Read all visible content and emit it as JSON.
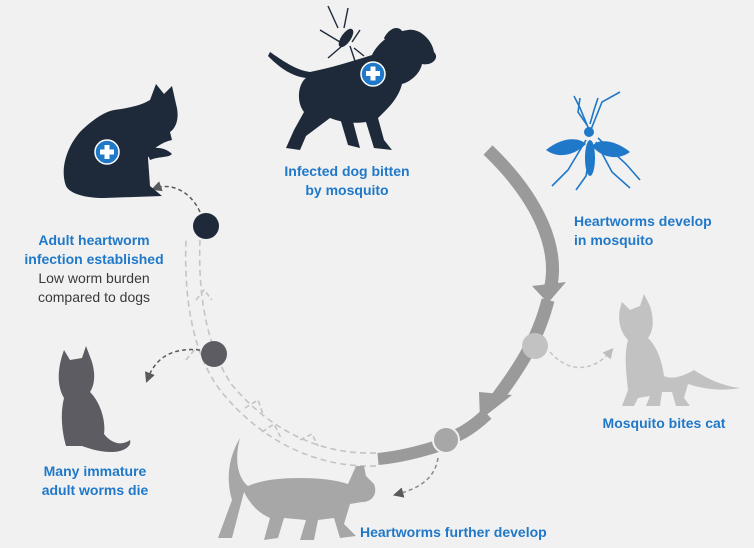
{
  "colors": {
    "background": "#f1f1f1",
    "navy": "#1e2a3a",
    "blue": "#1f78c8",
    "cycle_gray": "#9a9a9a",
    "light_gray": "#c2c2c2",
    "mid_gray": "#a7a7a7",
    "dark_gray": "#5c5c62"
  },
  "icons": {
    "dog": "infected-dog-icon",
    "cat_infected": "infected-cat-icon",
    "mosquito": "mosquito-icon",
    "medical_cross": "medical-cross-icon"
  },
  "labels": {
    "infected_dog": {
      "line1": "Infected dog bitten",
      "line2": "by mosquito"
    },
    "heartworms_mosquito": {
      "line1": "Heartworms develop",
      "line2": "in mosquito"
    },
    "mosquito_bites_cat": {
      "line1": "Mosquito bites cat"
    },
    "further_develop": {
      "line1": "Heartworms further develop"
    },
    "immature_die": {
      "line1": "Many immature",
      "line2": "adult worms die"
    },
    "adult_infection": {
      "line1": "Adult heartworm",
      "line2": "infection established",
      "line3": "Low worm burden",
      "line4": "compared to dogs"
    }
  }
}
